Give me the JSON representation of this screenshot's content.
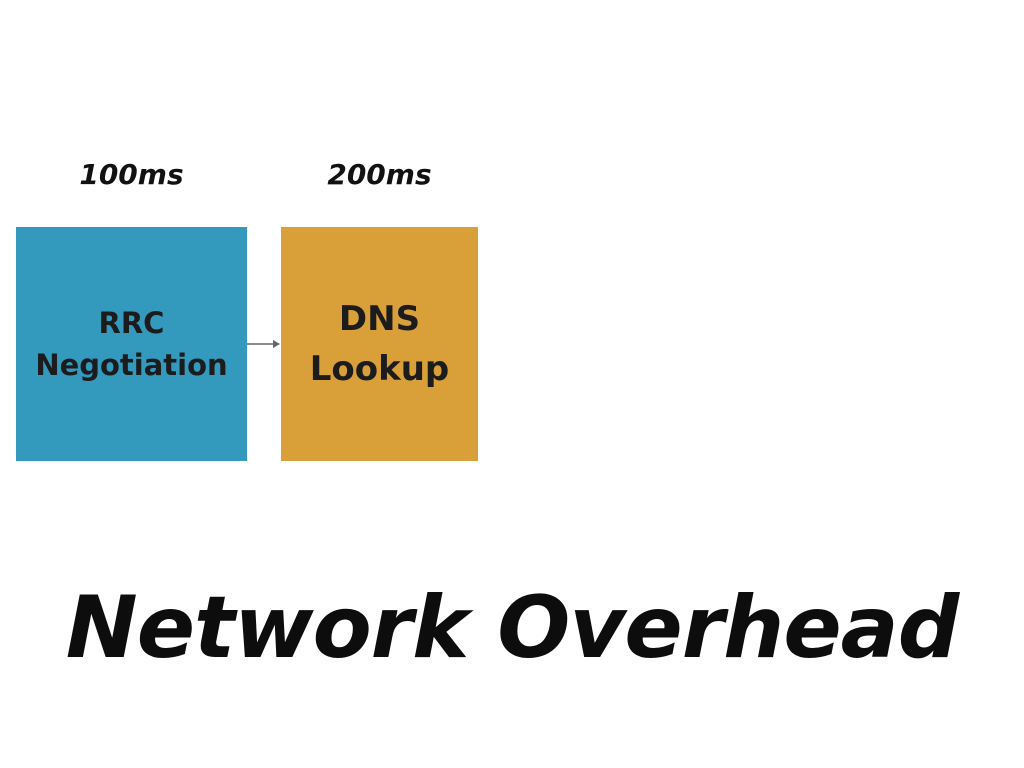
{
  "steps": [
    {
      "label": "RRC\nNegotiation",
      "duration": "100ms",
      "color": "#3399bd"
    },
    {
      "label": "DNS\nLookup",
      "duration": "200ms",
      "color": "#d9a03a"
    }
  ],
  "connector_color": "#666666",
  "title": "Network Overhead"
}
